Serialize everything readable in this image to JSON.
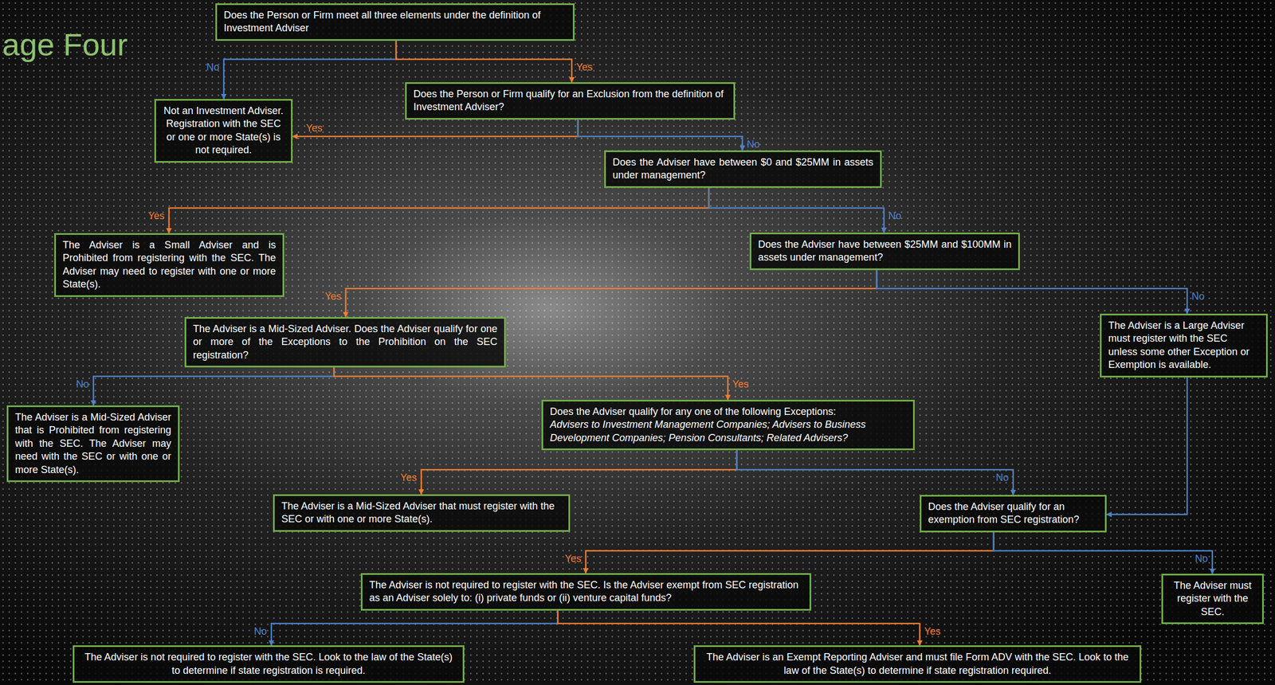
{
  "diagram": {
    "title": "age Four",
    "nodes": [
      {
        "text": [
          "Does the Person or Firm meet all three elements under the definition of Investment Adviser"
        ]
      },
      {
        "text": [
          "Not an Investment Adviser. Registration with the SEC or one or more State(s) is not required."
        ]
      },
      {
        "text": [
          "Does the Person or Firm qualify for an Exclusion from the definition of Investment Adviser?"
        ]
      },
      {
        "text": [
          "Does the Adviser have between $0 and $25MM in assets under management?"
        ]
      },
      {
        "text": [
          "The Adviser is a Small Adviser and is Prohibited from registering with the SEC. The Adviser may need to register with one or more State(s)."
        ]
      },
      {
        "text": [
          "Does the Adviser have between $25MM and $100MM in assets under management?"
        ]
      },
      {
        "text": [
          "The Adviser is a Mid-Sized Adviser. Does the Adviser qualify for one or more of the Exceptions to the Prohibition on the SEC registration?"
        ]
      },
      {
        "text": [
          "The Adviser is a Large Adviser must register with the SEC unless some other Exception or Exemption is available."
        ]
      },
      {
        "text": [
          "The Adviser is a Mid-Sized Adviser that is Prohibited from registering with the SEC. The Adviser may need with the SEC or with one or more State(s)."
        ]
      },
      {
        "text": [
          "Does the Adviser qualify for any one of the following Exceptions:",
          "Advisers to Investment Management Companies; Advisers to Business Development Companies; Pension Consultants; Related Advisers?"
        ]
      },
      {
        "text": [
          "The Adviser is a Mid-Sized Adviser that must register with the SEC or with one or more State(s)."
        ]
      },
      {
        "text": [
          "Does the Adviser qualify for an exemption from SEC registration?"
        ]
      },
      {
        "text": [
          "The Adviser is not required to register with the SEC. Is the Adviser exempt from SEC registration as an Adviser solely to: (i) private funds or (ii) venture capital funds?"
        ]
      },
      {
        "text": [
          "The Adviser must register with the SEC."
        ]
      },
      {
        "text": [
          "The Adviser is not required to register with the SEC. Look to the law of the State(s) to determine if state registration is required."
        ]
      },
      {
        "text": [
          "The Adviser is an Exempt Reporting Adviser and must file Form ADV with the SEC. Look to the law of the State(s) to determine if state registration required."
        ]
      }
    ],
    "edges": [
      {
        "from": 0,
        "to": 1,
        "arrow": "to",
        "label": "No"
      },
      {
        "from": 0,
        "to": 2,
        "arrow": "to",
        "label": "Yes"
      },
      {
        "from": 2,
        "to": 1,
        "arrow": "to",
        "label": "Yes"
      },
      {
        "from": 2,
        "to": 3,
        "arrow": "to",
        "label": "No"
      },
      {
        "from": 3,
        "to": 4,
        "arrow": "to",
        "label": "Yes"
      },
      {
        "from": 3,
        "to": 5,
        "arrow": "to",
        "label": "No"
      },
      {
        "from": 5,
        "to": 6,
        "arrow": "to",
        "label": "Yes"
      },
      {
        "from": 5,
        "to": 7,
        "arrow": "to",
        "label": "No"
      },
      {
        "from": 6,
        "to": 8,
        "arrow": "to",
        "label": "No"
      },
      {
        "from": 6,
        "to": 9,
        "arrow": "to",
        "label": "Yes"
      },
      {
        "from": 9,
        "to": 10,
        "arrow": "to",
        "label": "Yes"
      },
      {
        "from": 9,
        "to": 11,
        "arrow": "to",
        "label": "No"
      },
      {
        "from": 7,
        "to": 11,
        "arrow": "to"
      },
      {
        "from": 11,
        "to": 12,
        "arrow": "to",
        "label": "Yes"
      },
      {
        "from": 11,
        "to": 13,
        "arrow": "to",
        "label": "No"
      },
      {
        "from": 12,
        "to": 14,
        "arrow": "to",
        "label": "No"
      },
      {
        "from": 12,
        "to": 15,
        "arrow": "to",
        "label": "Yes"
      }
    ]
  }
}
